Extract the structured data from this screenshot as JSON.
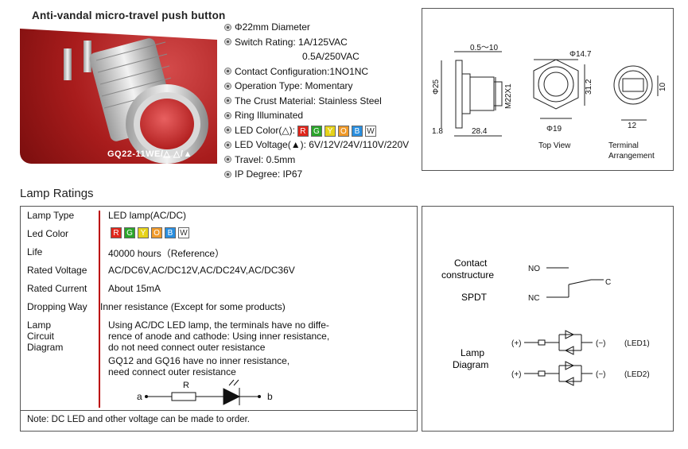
{
  "title": "Anti-vandal micro-travel push button",
  "photo_caption": "GQ22-11WE/△ △/▲",
  "specs": {
    "diameter": "Φ22mm Diameter",
    "switch_rating": "Switch Rating: 1A/125VAC",
    "switch_rating_2": "0.5A/250VAC",
    "contact_config": "Contact Configuration:1NO1NC",
    "operation_type": "Operation Type: Momentary",
    "crust_material": "The  Crust  Material: Stainless Steel",
    "ring": "Ring Illuminated",
    "led_color_label": "LED Color(△):",
    "led_voltage": "LED Voltage(▲): 6V/12V/24V/110V/220V",
    "travel": "Travel: 0.5mm",
    "ip_degree": "IP Degree: IP67"
  },
  "colors": [
    {
      "letter": "R",
      "hex": "#e0261b"
    },
    {
      "letter": "G",
      "hex": "#2aa52a"
    },
    {
      "letter": "Y",
      "hex": "#e6d21a"
    },
    {
      "letter": "O",
      "hex": "#f09a2a"
    },
    {
      "letter": "B",
      "hex": "#2a8fe0"
    },
    {
      "letter": "W",
      "hex": "#ffffff"
    }
  ],
  "drawing": {
    "dim_gap": "0.5～10",
    "dim_phi147": "Φ14.7",
    "dim_phi25": "Φ25",
    "dim_m22": "M22X1",
    "dim_312": "31.2",
    "dim_10": "10",
    "dim_18": "1.8",
    "dim_284": "28.4",
    "dim_phi19": "Φ19",
    "dim_12": "12",
    "top_view": "Top View",
    "terminal": "Terminal",
    "arrangement": "Arrangement"
  },
  "lamp_ratings": {
    "heading": "Lamp Ratings",
    "rows": [
      {
        "label": "Lamp Type",
        "value": "LED lamp(AC/DC)"
      },
      {
        "label": "Led Color",
        "value": ""
      },
      {
        "label": "Life",
        "value": "40000 hours（Reference）"
      },
      {
        "label": "Rated Voltage",
        "value": "AC/DC6V,AC/DC12V,AC/DC24V,AC/DC36V"
      },
      {
        "label": "Rated Current",
        "value": "About 15mA"
      },
      {
        "label": "Dropping Way",
        "value": "Inner resistance (Except for some products)"
      }
    ],
    "circuit_label_1": "Lamp",
    "circuit_label_2": "Circuit",
    "circuit_label_3": "Diagram",
    "circuit_text_1": "Using AC/DC LED lamp, the terminals have no diffe-",
    "circuit_text_2": "rence of anode and cathode: Using inner resistance,",
    "circuit_text_3": "do not need connect outer resistance",
    "circuit_text_4": "GQ12 and GQ16 have no inner resistance,",
    "circuit_text_5": "need connect outer resistance",
    "res_label": "R",
    "node_a": "a",
    "node_b": "b",
    "note": "Note: DC LED and other voltage can be made to order."
  },
  "contact": {
    "label_1": "Contact",
    "label_2": "constructure",
    "spdt": "SPDT",
    "no": "NO",
    "nc": "NC",
    "c": "C",
    "lamp_1": "Lamp",
    "lamp_2": "Diagram",
    "plus": "(+)",
    "minus": "(−)",
    "led1": "(LED1)",
    "led2": "(LED2)"
  }
}
